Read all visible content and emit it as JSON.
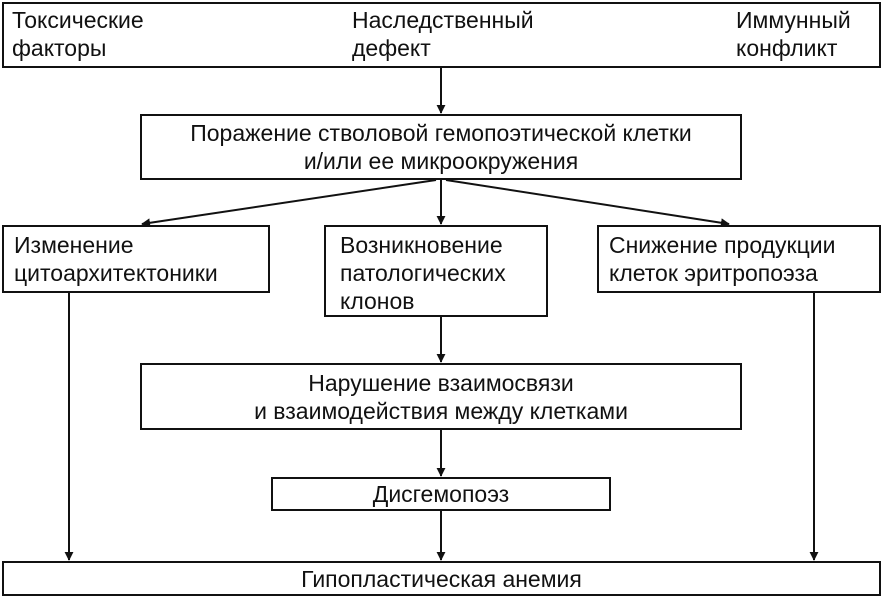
{
  "causes": {
    "toxic": [
      "Токсические",
      "факторы"
    ],
    "hereditary": [
      "Наследственный",
      "дефект"
    ],
    "immune": [
      "Иммунный",
      "конфликт"
    ]
  },
  "stem_cell_damage": [
    "Поражение стволовой гемопоэтической клетки",
    "и/или ее микроокружения"
  ],
  "effects": {
    "cytoarchitecture": [
      "Изменение",
      "цитоархитектоники"
    ],
    "pathological_clones": [
      "Возникновение",
      "патологических",
      "клонов"
    ],
    "erythropoiesis": [
      "Снижение продукции",
      "клеток эритропоэза"
    ]
  },
  "interaction": [
    "Нарушение взаимосвязи",
    "и взаимодействия между клетками"
  ],
  "dyshemopoiesis": "Дисгемопоэз",
  "result": "Гипопластическая анемия"
}
